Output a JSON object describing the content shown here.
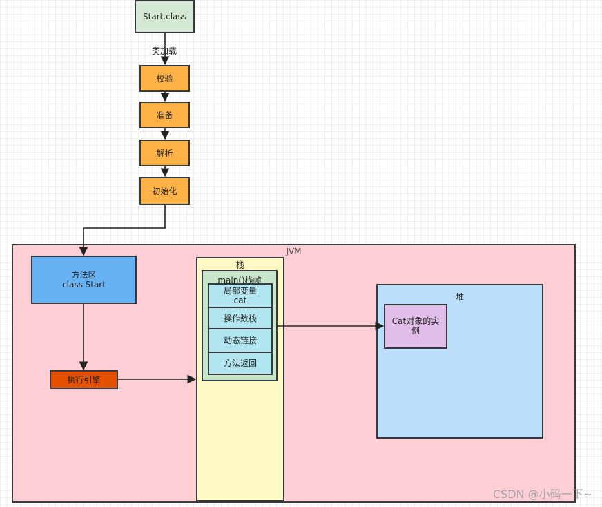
{
  "flow": {
    "start": "Start.class",
    "load_label": "类加载",
    "verify": "校验",
    "prepare": "准备",
    "resolve": "解析",
    "init": "初始化"
  },
  "jvm": {
    "title": "JVM",
    "method_area_line1": "方法区",
    "method_area_line2": "class Start",
    "exec_engine": "执行引擎",
    "stack": {
      "title": "栈",
      "frame_title": "main()栈帧",
      "local_vars_line1": "局部变量",
      "local_vars_line2": "cat",
      "operand_stack": "操作数栈",
      "dynamic_link": "动态链接",
      "method_return": "方法返回"
    },
    "heap": {
      "title": "堆",
      "cat_instance": "Cat对象的实例"
    }
  },
  "watermark": "CSDN @小码一下~",
  "colors": {
    "start_fill": "#d5e8d4",
    "phase_fill": "#ffb347",
    "jvm_fill": "#ffcfd6",
    "method_area_fill": "#66b2f4",
    "exec_engine_fill": "#e65100",
    "stack_fill": "#fff9c4",
    "frame_fill": "#c8e6c9",
    "cell_fill": "#b1e6f0",
    "heap_fill": "#bbdefb",
    "instance_fill": "#e1bee7",
    "stroke": "#36393d"
  }
}
